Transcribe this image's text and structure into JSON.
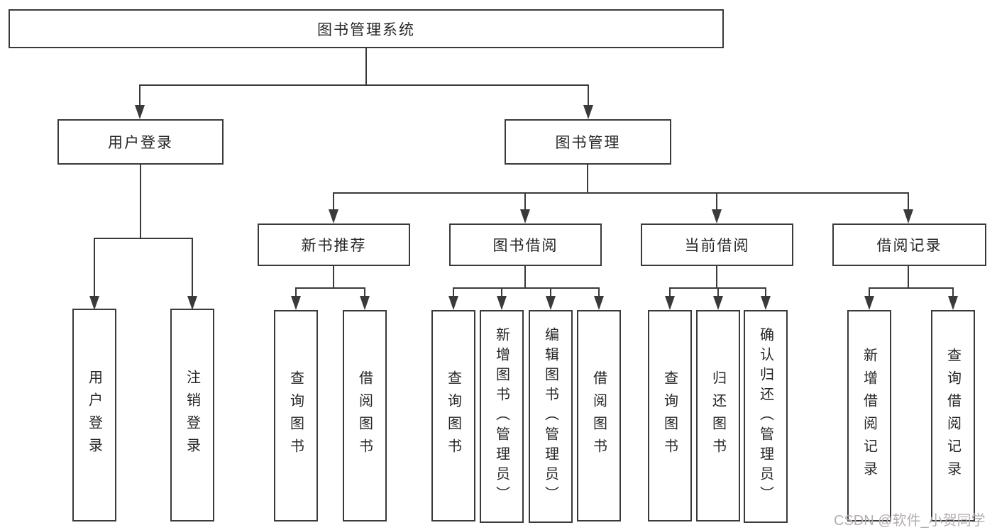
{
  "diagram": {
    "title": "图书管理系统",
    "branches": [
      {
        "label": "用户登录",
        "children": [
          {
            "label": "用户登录"
          },
          {
            "label": "注销登录"
          }
        ]
      },
      {
        "label": "图书管理",
        "children": [
          {
            "label": "新书推荐",
            "children": [
              {
                "label": "查询图书"
              },
              {
                "label": "借阅图书"
              }
            ]
          },
          {
            "label": "图书借阅",
            "children": [
              {
                "label": "查询图书"
              },
              {
                "label": "新增图书（管理员）"
              },
              {
                "label": "编辑图书（管理员）"
              },
              {
                "label": "借阅图书"
              }
            ]
          },
          {
            "label": "当前借阅",
            "children": [
              {
                "label": "查询图书"
              },
              {
                "label": "归还图书"
              },
              {
                "label": "确认归还（管理员）"
              }
            ]
          },
          {
            "label": "借阅记录",
            "children": [
              {
                "label": "新增借阅记录"
              },
              {
                "label": "查询借阅记录"
              }
            ]
          }
        ]
      }
    ]
  },
  "watermark": {
    "text": "CSDN @软件_小贺同学"
  },
  "colors": {
    "line": "#3a3a3a",
    "text": "#262626",
    "watermark_text": "#b5aeae",
    "background": "#ffffff"
  }
}
